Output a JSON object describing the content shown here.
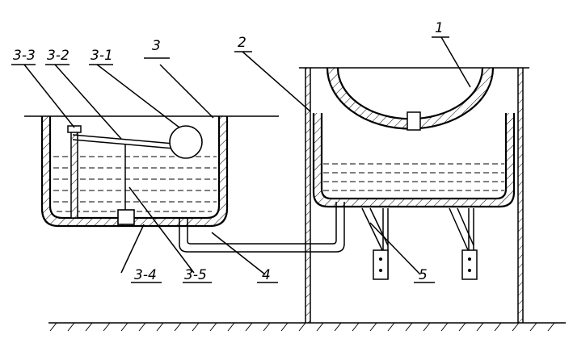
{
  "labels": {
    "l1": "1",
    "l2": "2",
    "l3": "3",
    "l3_1": "3-1",
    "l3_2": "3-2",
    "l3_3": "3-3",
    "l3_4": "3-4",
    "l3_5": "3-5",
    "l4": "4",
    "l5": "5"
  }
}
